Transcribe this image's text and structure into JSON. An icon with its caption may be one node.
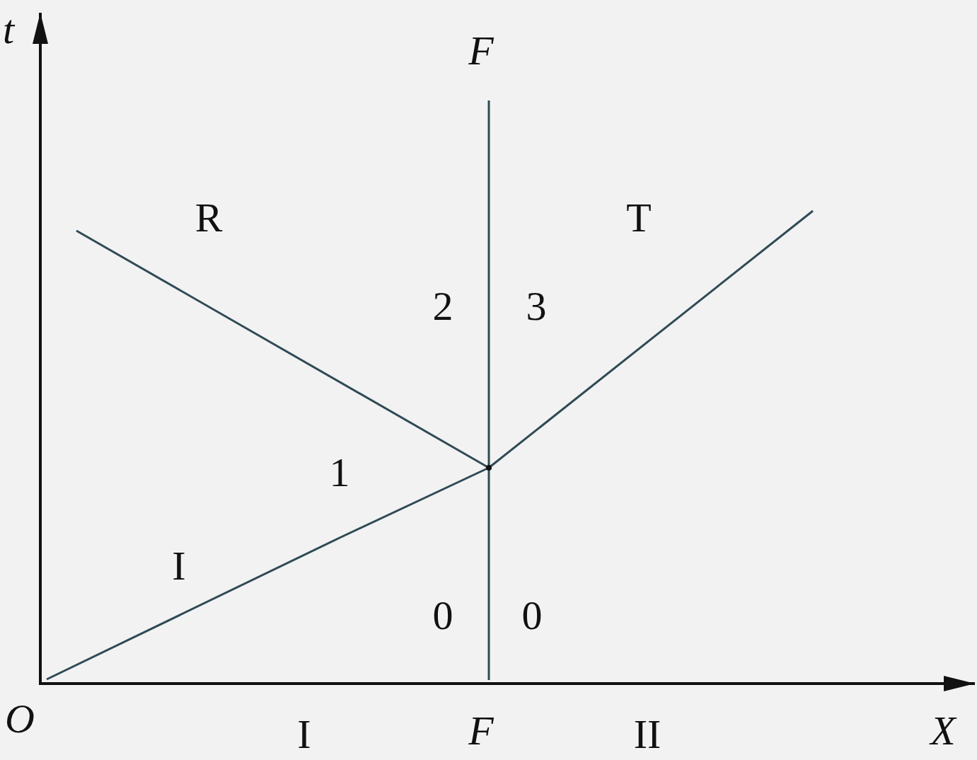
{
  "diagram": {
    "labels": [
      "t",
      "F",
      "R",
      "T",
      "2",
      "3",
      "1",
      "I",
      "0",
      "0",
      "O",
      "I",
      "F",
      "II",
      "X"
    ]
  }
}
